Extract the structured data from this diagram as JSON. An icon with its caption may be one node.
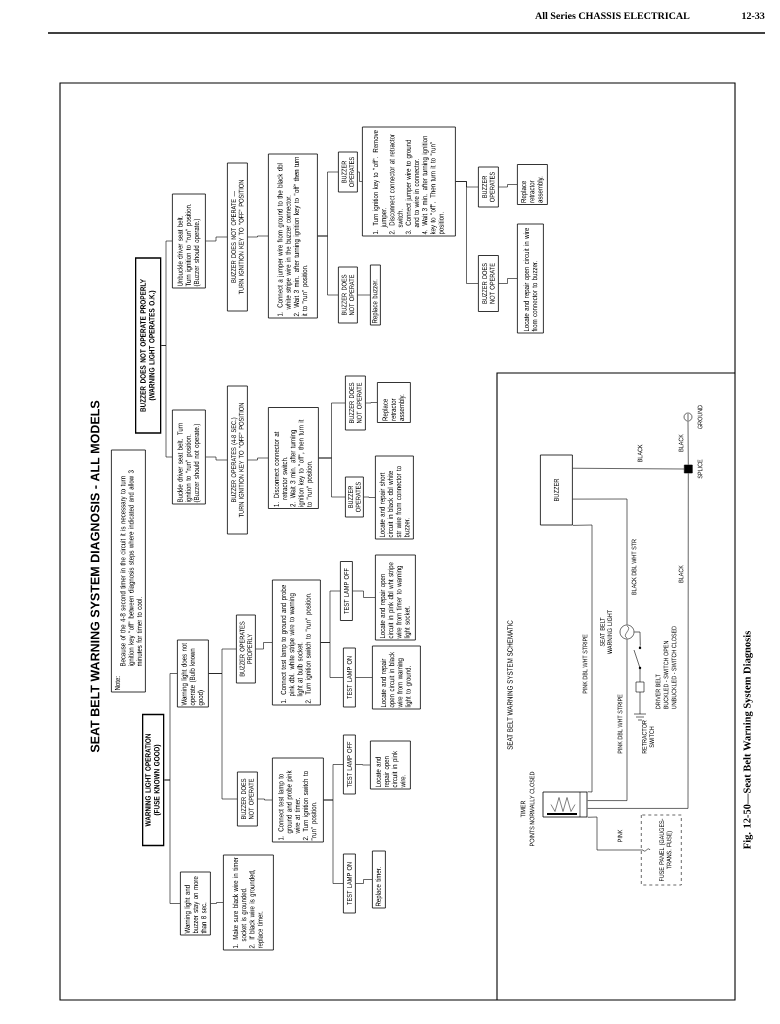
{
  "diagram": {
    "title": "SEAT BELT WARNING SYSTEM DIAGNOSIS - ALL MODELS",
    "caption": "Fig. 12-50—Seat Belt Warning System Diagnosis",
    "nodes": [
      {
        "text": [
          "WARNING LIGHT OPERATION (FUSE KNOWN GOOD)"
        ]
      },
      {
        "text": [
          "Note:",
          "Because of the 4-8 second timer in the circuit it is necessary to turn ignition key \"off\" between diagnosis steps where indicated and allow 3 minutes for timer to cool."
        ]
      },
      {
        "text": [
          "BUZZER DOES NOT OPERATE PROPERLY (WARNING LIGHT OPERATES O.K.)"
        ]
      },
      {
        "text": [
          "Warning light and buzzer stay on more than 8 sec."
        ]
      },
      {
        "text": [
          "1. Make sure black wire in timer socket is grounded.",
          "2. If black wire is grounded, replace timer."
        ]
      },
      {
        "text": [
          "Warning light does not operate (Bulb known good)"
        ]
      },
      {
        "text": [
          "BUZZER DOES NOT OPERATE"
        ]
      },
      {
        "text": [
          "1. Connect test lamp to ground and probe pink wire at timer.",
          "2. Turn ignition switch to \"run\" position."
        ]
      },
      {
        "text": [
          "TEST LAMP ON"
        ]
      },
      {
        "text": [
          "TEST LAMP OFF"
        ]
      },
      {
        "text": [
          "Replace timer."
        ]
      },
      {
        "text": [
          "Locate and repair open circuit in pink wire."
        ]
      },
      {
        "text": [
          "BUZZER OPERATES PROPERLY"
        ]
      },
      {
        "text": [
          "1. Connect test lamp to ground and probe pink dbl. white stripe wire to warning light at bulb socket.",
          "2. Turn ignition switch to \"run\" position."
        ]
      },
      {
        "text": [
          "TEST LAMP ON"
        ]
      },
      {
        "text": [
          "TEST LAMP OFF"
        ]
      },
      {
        "text": [
          "Locate and repair open circuit in black wire from warning light to ground."
        ]
      },
      {
        "text": [
          "Locate and repair open circuit in pink dbl wht stripe wire from timer to warning light socket."
        ]
      },
      {
        "text": [
          "Buckle driver seat belt. Turn ignition to \"run\" position. (Buzzer should not operate.)"
        ]
      },
      {
        "text": [
          "BUZZER OPERATES (4-8 SEC.)",
          "TURN IGNITION KEY TO \"OFF\" POSITION"
        ]
      },
      {
        "text": [
          "1. Disconnect connector at retractor switch.",
          "2. Wait 3 min. after turning ignition key to \"off\", then turn it to \"run\" position."
        ]
      },
      {
        "text": [
          "BUZZER OPERATES"
        ]
      },
      {
        "text": [
          "BUZZER DOES NOT OPERATE"
        ]
      },
      {
        "text": [
          "Locate and repair short circuit in black dbl white str wire from connector to buzzer."
        ]
      },
      {
        "text": [
          "Replace retractor assembly."
        ]
      },
      {
        "text": [
          "Unbuckle driver seat belt. Turn ignition to \"run\" position. (Buzzer should operate.)"
        ]
      },
      {
        "text": [
          "BUZZER DOES NOT OPERATE —",
          "TURN IGNITION KEY TO \"OFF\" POSITION"
        ]
      },
      {
        "text": [
          "1. Connect a jumper wire from ground to the black dbl white stripe wire in the buzzer connector.",
          "2. Wait 3 min. after turning ignition key to \"off\" then turn it to \"run\" position."
        ]
      },
      {
        "text": [
          "BUZZER DOES NOT OPERATE"
        ]
      },
      {
        "text": [
          "BUZZER OPERATES"
        ]
      },
      {
        "text": [
          "Replace buzzer."
        ]
      },
      {
        "text": [
          "1. Turn ignition key to \"off\". Remove jumper.",
          "2. Disconnect connector at retractor switch.",
          "3. Connect jumper wire to ground and to wire in connector.",
          "4. Wait 3 min. after turning ignition key to \"off\". Then turn it to \"run\" position."
        ]
      },
      {
        "text": [
          "BUZZER DOES NOT OPERATE"
        ]
      },
      {
        "text": [
          "BUZZER OPERATES"
        ]
      },
      {
        "text": [
          "Locate and repair open circuit in wire from connector to buzzer."
        ]
      },
      {
        "text": [
          "Replace retractor assembly."
        ]
      },
      {
        "text": [
          "BUZZER"
        ]
      },
      {
        "text": [],
        "shape": "picture",
        "beside": [
          "TIMER",
          "POINTS NORMALLY CLOSED"
        ]
      },
      {
        "text": [
          "FUSE PANEL (GAUGES-TRANS. FUSE)"
        ]
      },
      {
        "text": [],
        "shape": "circle",
        "beside": [
          "SEAT BELT WARNING LIGHT"
        ]
      },
      {
        "text": [],
        "shape": "picture",
        "beside": [
          "RETRACTOR SWITCH"
        ]
      },
      {
        "text": [],
        "shape": "box",
        "beside": [
          "SPLICE"
        ]
      },
      {
        "text": [],
        "shape": "circle",
        "beside": [
          "GROUND"
        ]
      }
    ],
    "edges": [
      {
        "from": 0,
        "to": 3,
        "arrow": "none"
      },
      {
        "from": 0,
        "to": 5,
        "arrow": "none"
      },
      {
        "from": 3,
        "to": 4,
        "arrow": "none"
      },
      {
        "from": 5,
        "to": 6,
        "arrow": "none"
      },
      {
        "from": 5,
        "to": 12,
        "arrow": "none"
      },
      {
        "from": 6,
        "to": 7,
        "arrow": "none"
      },
      {
        "from": 7,
        "to": 8,
        "arrow": "none"
      },
      {
        "from": 7,
        "to": 9,
        "arrow": "none"
      },
      {
        "from": 8,
        "to": 10,
        "arrow": "none"
      },
      {
        "from": 9,
        "to": 11,
        "arrow": "none"
      },
      {
        "from": 12,
        "to": 13,
        "arrow": "none"
      },
      {
        "from": 13,
        "to": 14,
        "arrow": "none"
      },
      {
        "from": 13,
        "to": 15,
        "arrow": "none"
      },
      {
        "from": 14,
        "to": 16,
        "arrow": "none"
      },
      {
        "from": 15,
        "to": 17,
        "arrow": "none"
      },
      {
        "from": 2,
        "to": 18,
        "arrow": "none"
      },
      {
        "from": 2,
        "to": 25,
        "arrow": "none"
      },
      {
        "from": 18,
        "to": 19,
        "arrow": "none"
      },
      {
        "from": 19,
        "to": 20,
        "arrow": "none"
      },
      {
        "from": 20,
        "to": 21,
        "arrow": "none"
      },
      {
        "from": 20,
        "to": 22,
        "arrow": "none"
      },
      {
        "from": 21,
        "to": 23,
        "arrow": "none"
      },
      {
        "from": 22,
        "to": 24,
        "arrow": "none"
      },
      {
        "from": 25,
        "to": 26,
        "arrow": "none"
      },
      {
        "from": 26,
        "to": 27,
        "arrow": "none"
      },
      {
        "from": 27,
        "to": 28,
        "arrow": "none"
      },
      {
        "from": 27,
        "to": 29,
        "arrow": "none"
      },
      {
        "from": 28,
        "to": 30,
        "arrow": "none"
      },
      {
        "from": 29,
        "to": 31,
        "arrow": "none"
      },
      {
        "from": 31,
        "to": 32,
        "arrow": "none"
      },
      {
        "from": 31,
        "to": 33,
        "arrow": "none"
      },
      {
        "from": 32,
        "to": 34,
        "arrow": "none"
      },
      {
        "from": 33,
        "to": 35,
        "arrow": "none"
      },
      {
        "from": 37,
        "to": 36,
        "arrow": "none",
        "label": "PINK DBL WHT STRIPE"
      },
      {
        "from": 37,
        "to": 38,
        "arrow": "none",
        "label": "PINK"
      },
      {
        "from": 37,
        "to": 39,
        "arrow": "none",
        "label": "PINK DBL WHT STRIPE"
      },
      {
        "from": 39,
        "to": 36,
        "arrow": "none",
        "label": "BLACK DBL WHT STR"
      },
      {
        "from": 36,
        "to": 41,
        "arrow": "none",
        "label": "BLACK"
      },
      {
        "from": 37,
        "to": 41,
        "arrow": "none",
        "label": "BLACK"
      },
      {
        "from": 41,
        "to": 42,
        "arrow": "none",
        "label": "BLACK"
      },
      {
        "from": 39,
        "to": 40,
        "arrow": "none"
      }
    ],
    "labels": [
      "All Series CHASSIS ELECTRICAL",
      "12-33",
      "SEAT BELT WARNING SYSTEM SCHEMATIC",
      "DRIVER BELT",
      "BUCKLED - SWITCH OPEN",
      "UNBUCKLED - SWITCH CLOSED"
    ]
  }
}
